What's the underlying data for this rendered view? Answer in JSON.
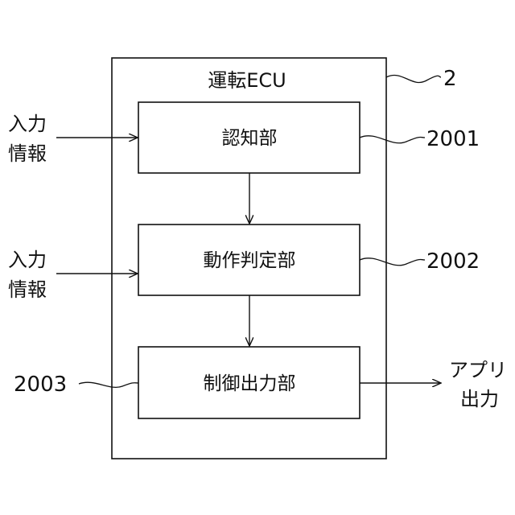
{
  "ecu": {
    "title": "運転ECU",
    "ref": "2"
  },
  "blocks": {
    "recognition": {
      "label": "認知部",
      "ref": "2001"
    },
    "decision": {
      "label": "動作判定部",
      "ref": "2002"
    },
    "control": {
      "label": "制御出力部",
      "ref": "2003"
    }
  },
  "inputs": {
    "input1": {
      "line1": "入力",
      "line2": "情報"
    },
    "input2": {
      "line1": "入力",
      "line2": "情報"
    }
  },
  "output": {
    "line1": "アプリ",
    "line2": "出力"
  },
  "colors": {
    "stroke": "#111111",
    "background": "#ffffff"
  }
}
